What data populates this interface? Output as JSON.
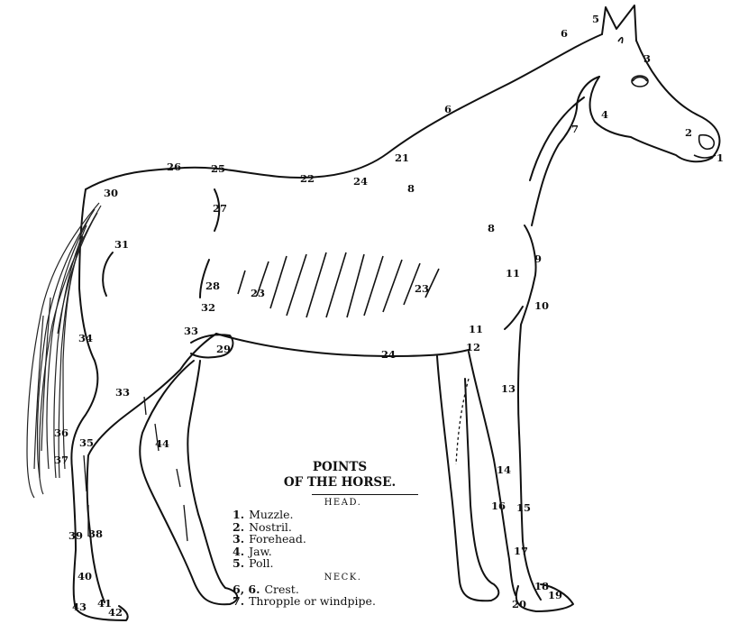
{
  "labels": [
    {
      "id": "1",
      "text": "1"
    },
    {
      "id": "2",
      "text": "2"
    },
    {
      "id": "3",
      "text": "3"
    },
    {
      "id": "4",
      "text": "4"
    },
    {
      "id": "5",
      "text": "5"
    },
    {
      "id": "6a",
      "text": "6"
    },
    {
      "id": "6b",
      "text": "6"
    },
    {
      "id": "7",
      "text": "7"
    },
    {
      "id": "8a",
      "text": "8"
    },
    {
      "id": "8b",
      "text": "8"
    },
    {
      "id": "9",
      "text": "9"
    },
    {
      "id": "10",
      "text": "10"
    },
    {
      "id": "11a",
      "text": "11"
    },
    {
      "id": "11b",
      "text": "11"
    },
    {
      "id": "12",
      "text": "12"
    },
    {
      "id": "13",
      "text": "13"
    },
    {
      "id": "14",
      "text": "14"
    },
    {
      "id": "15",
      "text": "15"
    },
    {
      "id": "16",
      "text": "16"
    },
    {
      "id": "17",
      "text": "17"
    },
    {
      "id": "18",
      "text": "18"
    },
    {
      "id": "19",
      "text": "19"
    },
    {
      "id": "20",
      "text": "20"
    },
    {
      "id": "21",
      "text": "21"
    },
    {
      "id": "22",
      "text": "22"
    },
    {
      "id": "23a",
      "text": "23"
    },
    {
      "id": "23b",
      "text": "23"
    },
    {
      "id": "24a",
      "text": "24"
    },
    {
      "id": "24b",
      "text": "24"
    },
    {
      "id": "25",
      "text": "25"
    },
    {
      "id": "26",
      "text": "26"
    },
    {
      "id": "27",
      "text": "27"
    },
    {
      "id": "28",
      "text": "28"
    },
    {
      "id": "29",
      "text": "29"
    },
    {
      "id": "30",
      "text": "30"
    },
    {
      "id": "31",
      "text": "31"
    },
    {
      "id": "32",
      "text": "32"
    },
    {
      "id": "33a",
      "text": "33"
    },
    {
      "id": "33b",
      "text": "33"
    },
    {
      "id": "34",
      "text": "34"
    },
    {
      "id": "35",
      "text": "35"
    },
    {
      "id": "36",
      "text": "36"
    },
    {
      "id": "37",
      "text": "37"
    },
    {
      "id": "38",
      "text": "38"
    },
    {
      "id": "39",
      "text": "39"
    },
    {
      "id": "40",
      "text": "40"
    },
    {
      "id": "41",
      "text": "41"
    },
    {
      "id": "42",
      "text": "42"
    },
    {
      "id": "43",
      "text": "43"
    },
    {
      "id": "44",
      "text": "44"
    }
  ],
  "legend": {
    "title_line1": "POINTS",
    "title_line2": "OF THE HORSE.",
    "sections": [
      {
        "heading": "HEAD.",
        "items": [
          {
            "num": "1.",
            "text": "Muzzle."
          },
          {
            "num": "2.",
            "text": "Nostril."
          },
          {
            "num": "3.",
            "text": "Forehead."
          },
          {
            "num": "4.",
            "text": "Jaw."
          },
          {
            "num": "5.",
            "text": "Poll."
          }
        ]
      },
      {
        "heading": "NECK.",
        "items": [
          {
            "num": "6, 6.",
            "text": "Crest."
          },
          {
            "num": "7.",
            "text": "Thropple or windpipe."
          }
        ]
      }
    ]
  }
}
